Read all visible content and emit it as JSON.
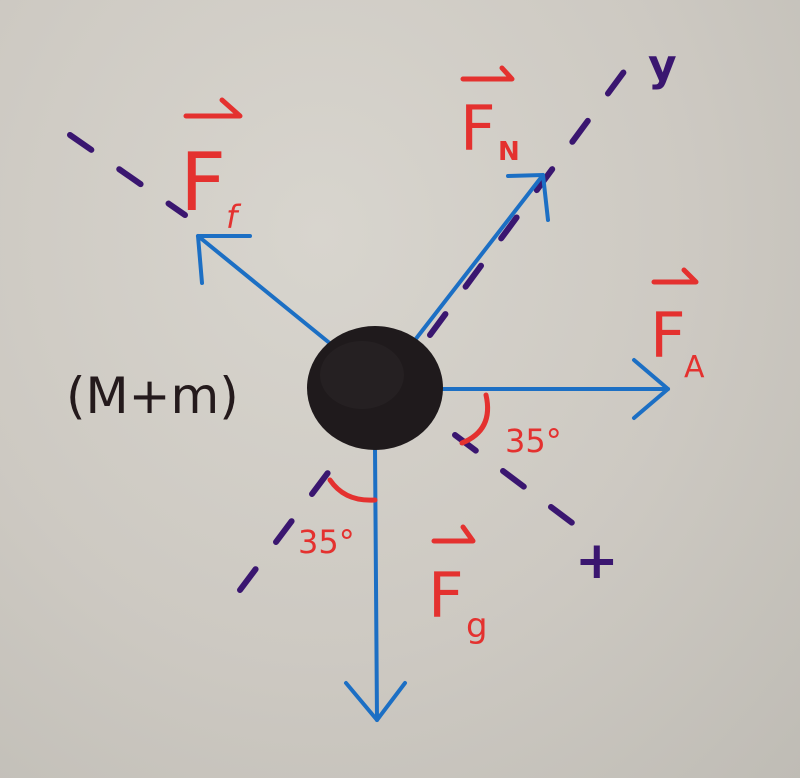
{
  "diagram": {
    "type": "free-body-diagram",
    "body": {
      "label": "(M+m)",
      "color": "#1f1a1c"
    },
    "forces": [
      {
        "id": "normal",
        "symbol": "F",
        "subscript": "N",
        "direction": "up-right, along +y axis"
      },
      {
        "id": "friction",
        "symbol": "F",
        "subscript": "f",
        "direction": "up-left, along -x axis"
      },
      {
        "id": "applied",
        "symbol": "F",
        "subscript": "A",
        "direction": "horizontal right"
      },
      {
        "id": "gravity",
        "symbol": "F",
        "subscript": "g",
        "direction": "vertical down"
      }
    ],
    "axes": [
      {
        "label": "y",
        "direction": "up-right"
      },
      {
        "label": "+",
        "direction": "down-right (x axis positive)"
      }
    ],
    "angles": [
      {
        "label": "35°",
        "between": "applied force and x axis"
      },
      {
        "label": "35°",
        "between": "gravity and y axis"
      }
    ],
    "colors": {
      "force_arrow": "#1c6fc4",
      "label_red": "#e4312f",
      "axis_purple": "#3a1670",
      "paper": "#cfccc5"
    }
  }
}
